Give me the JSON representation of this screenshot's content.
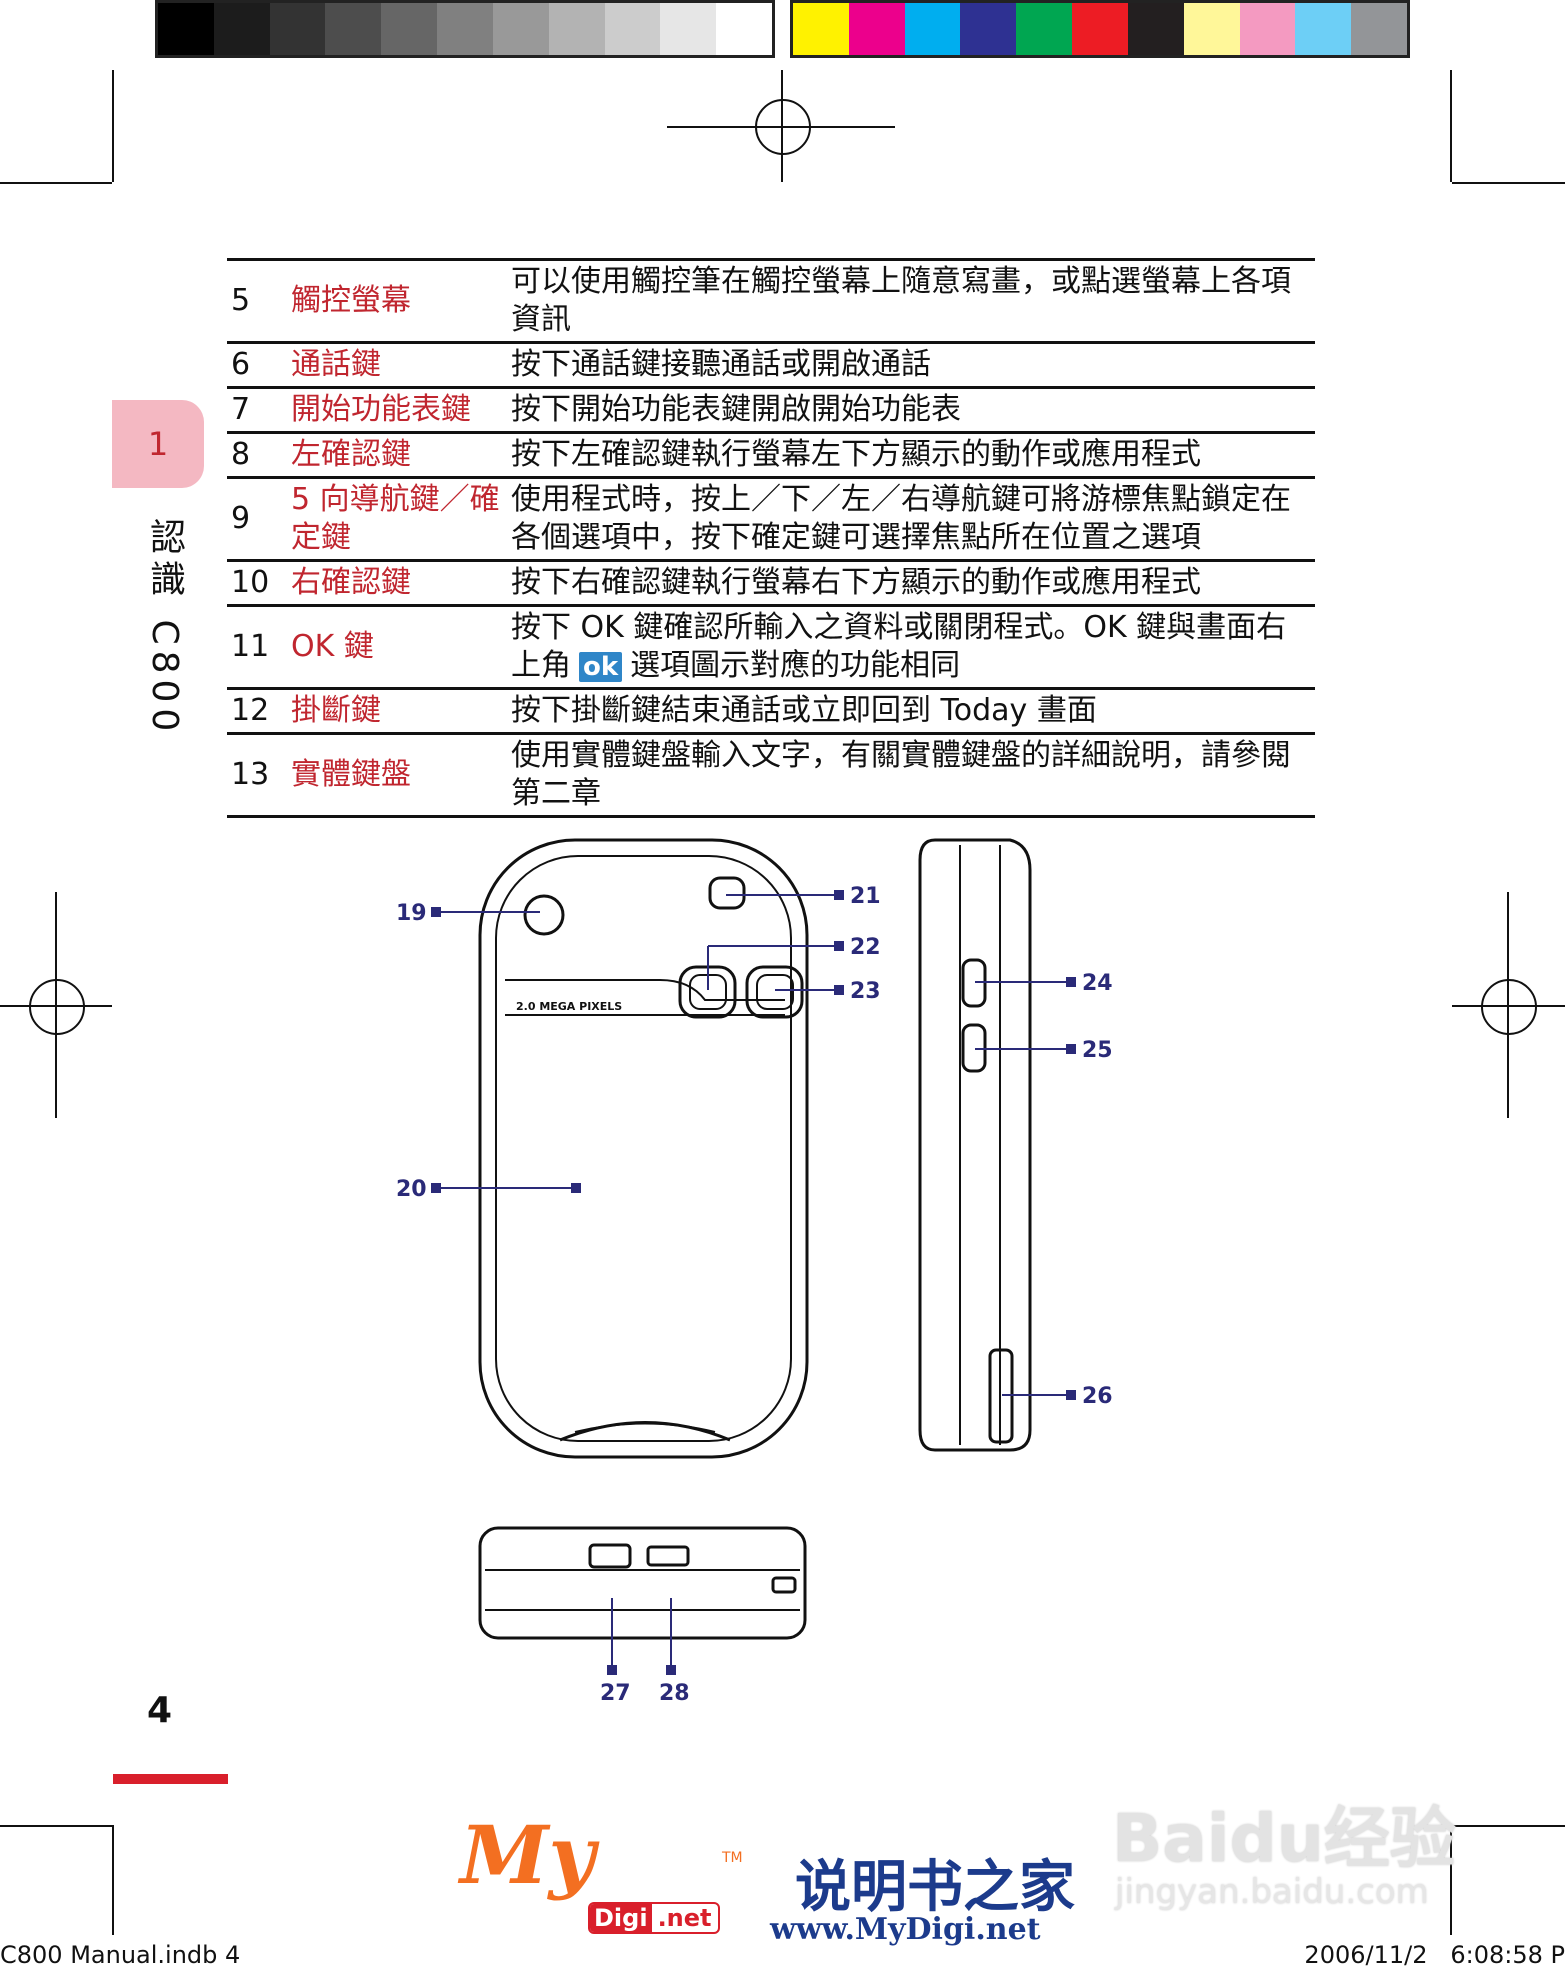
{
  "colors": {
    "accent_red": "#c0262f",
    "tab_pink": "#f4b8c2",
    "callout_blue": "#2a2a78",
    "gray_swatches": [
      "#000000",
      "#1c1c1c",
      "#333333",
      "#4d4d4d",
      "#666666",
      "#808080",
      "#999999",
      "#b3b3b3",
      "#cccccc",
      "#e6e6e6",
      "#ffffff"
    ],
    "color_swatches": [
      "#fff200",
      "#ec008c",
      "#00aeef",
      "#2e3192",
      "#00a651",
      "#ed1c24",
      "#231f20",
      "#fff799",
      "#f49ac1",
      "#6dcff6",
      "#939598"
    ]
  },
  "sidebar": {
    "chapter_number": "1",
    "chapter_title": "認識 C800"
  },
  "table": {
    "rows": [
      {
        "num": "5",
        "name": "觸控螢幕",
        "desc": "可以使用觸控筆在觸控螢幕上隨意寫畫，或點選螢幕上各項資訊"
      },
      {
        "num": "6",
        "name": "通話鍵",
        "desc": "按下通話鍵接聽通話或開啟通話"
      },
      {
        "num": "7",
        "name": "開始功能表鍵",
        "desc": "按下開始功能表鍵開啟開始功能表"
      },
      {
        "num": "8",
        "name": "左確認鍵",
        "desc": "按下左確認鍵執行螢幕左下方顯示的動作或應用程式"
      },
      {
        "num": "9",
        "name": "5 向導航鍵／確定鍵",
        "desc": "使用程式時，按上／下／左／右導航鍵可將游標焦點鎖定在各個選項中，按下確定鍵可選擇焦點所在位置之選項"
      },
      {
        "num": "10",
        "name": "右確認鍵",
        "desc": "按下右確認鍵執行螢幕右下方顯示的動作或應用程式"
      },
      {
        "num": "11",
        "name": "OK 鍵",
        "desc": "按下 OK 鍵確認所輸入之資料或關閉程式。OK 鍵與畫面右上角",
        "desc_icon": "ok",
        "desc_tail": "選項圖示對應的功能相同"
      },
      {
        "num": "12",
        "name": "掛斷鍵",
        "desc": "按下掛斷鍵結束通話或立即回到 Today 畫面"
      },
      {
        "num": "13",
        "name": "實體鍵盤",
        "desc": "使用實體鍵盤輸入文字，有關實體鍵盤的詳細說明，請參閱第二章"
      }
    ]
  },
  "diagram": {
    "camera_label": "2.0 MEGA PIXELS",
    "callouts": [
      "19",
      "20",
      "21",
      "22",
      "23",
      "24",
      "25",
      "26",
      "27",
      "28"
    ]
  },
  "page": {
    "number": "4"
  },
  "footer": {
    "file": "C800 Manual.indb   4",
    "datetime": "2006/11/2   6:08:58 P"
  },
  "watermarks": {
    "mydigi_brand": "My",
    "mydigi_tm": "TM",
    "mydigi_badge_left": "Digi",
    "mydigi_badge_right": ".net",
    "mydigi_cn": "说明书之家",
    "mydigi_url": "www.MyDigi.net",
    "baidu_main": "Baidu经验",
    "baidu_url": "jingyan.baidu.com"
  }
}
